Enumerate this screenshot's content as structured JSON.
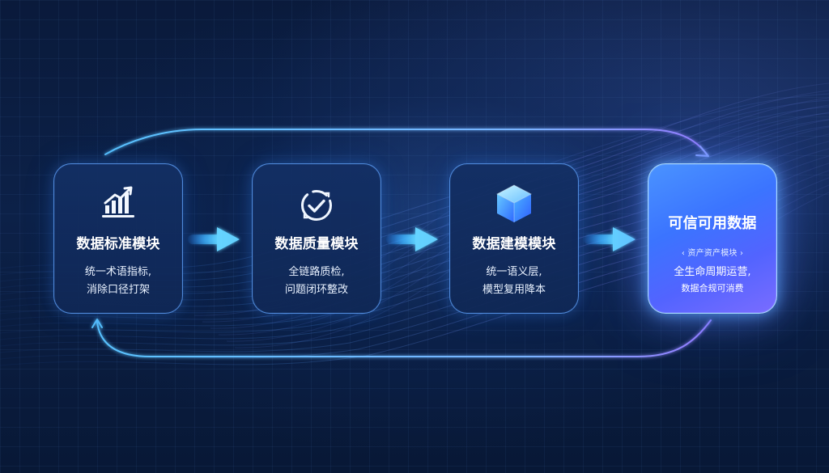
{
  "modules": [
    {
      "title": "数据标准模块",
      "desc_line1": "统一术语指标,",
      "desc_line2": "消除口径打架",
      "icon": "bar-chart-growth-icon"
    },
    {
      "title": "数据质量模块",
      "desc_line1": "全链路质检,",
      "desc_line2": "问题闭环整改",
      "icon": "quality-check-icon"
    },
    {
      "title": "数据建模模块",
      "desc_line1": "统一语义层,",
      "desc_line2": "模型复用降本",
      "icon": "cube-icon"
    }
  ],
  "result": {
    "title": "可信可用数据",
    "subtitle": "‹ 资产资产模块 ›",
    "desc_line1": "全生命周期运营,",
    "desc_line2": "数据合规可消费"
  },
  "colors": {
    "background": "#0b1e45",
    "card_border": "#62a5ff",
    "arrow": "#59c3ff",
    "result_card": "#4a86ff",
    "accent_purple": "#9a7dff"
  }
}
